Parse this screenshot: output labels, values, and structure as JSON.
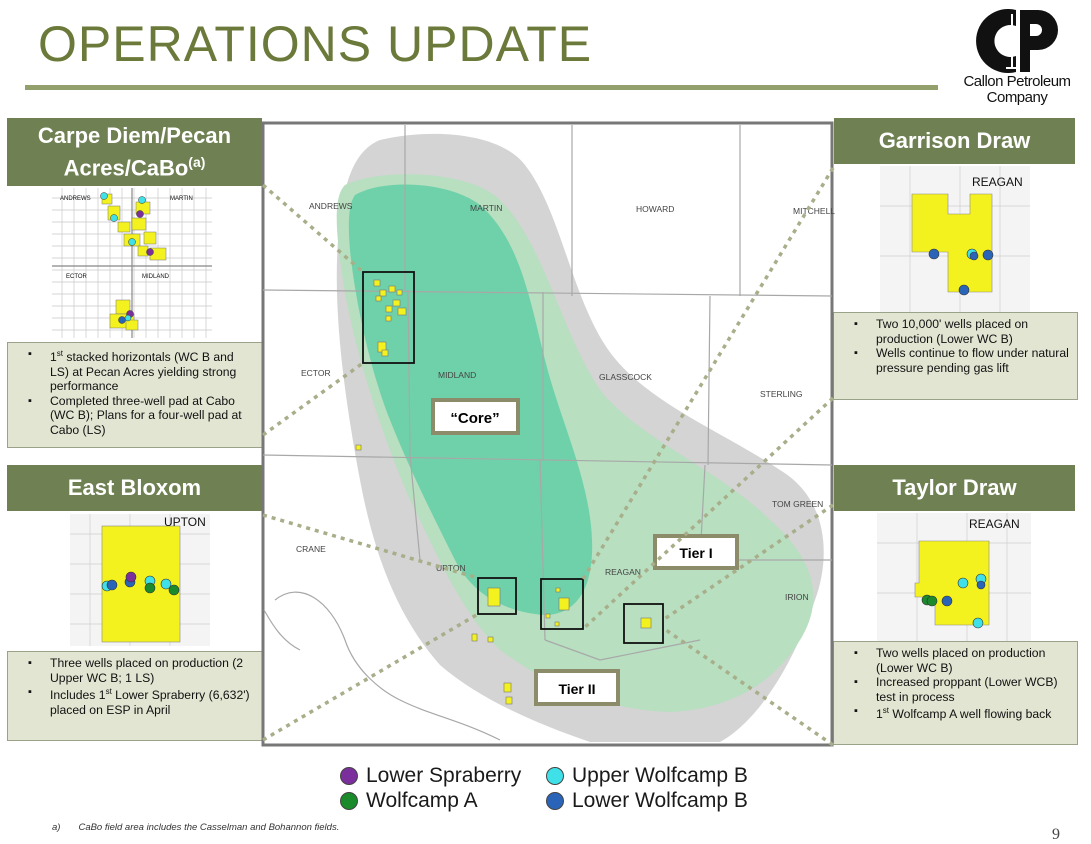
{
  "header": {
    "title": "OPERATIONS UPDATE"
  },
  "logo": {
    "line1": "Callon Petroleum",
    "line2": "Company"
  },
  "panels": {
    "carpe_diem": {
      "title_main": "Carpe Diem/Pecan Acres/CaBo",
      "title_sup": "(a)",
      "thumb_labels": [
        "ANDREWS",
        "MARTIN",
        "ECTOR",
        "MIDLAND"
      ],
      "bullets": [
        {
          "pre": "1",
          "sup": "st",
          "text": " stacked horizontals (WC B and LS) at Pecan Acres yielding strong performance"
        },
        {
          "pre": "",
          "sup": "",
          "text": "Completed three-well pad at Cabo (WC B); Plans for a four-well pad at Cabo (LS)"
        }
      ]
    },
    "east_bloxom": {
      "title": "East Bloxom",
      "thumb_label": "UPTON",
      "bullets": [
        {
          "pre": "",
          "sup": "",
          "text": "Three wells placed on production (2 Upper WC B; 1 LS)"
        },
        {
          "pre": "Includes 1",
          "sup": "st",
          "text": " Lower Spraberry (6,632') placed on ESP in April"
        }
      ]
    },
    "garrison_draw": {
      "title": "Garrison Draw",
      "thumb_label": "REAGAN",
      "bullets": [
        {
          "pre": "",
          "sup": "",
          "text": "Two 10,000' wells placed on production (Lower WC B)"
        },
        {
          "pre": "",
          "sup": "",
          "text": "Wells continue to flow under natural pressure pending gas lift"
        }
      ]
    },
    "taylor_draw": {
      "title": "Taylor Draw",
      "thumb_label": "REAGAN",
      "bullets": [
        {
          "pre": "",
          "sup": "",
          "text": "Two wells placed on production (Lower WC B)"
        },
        {
          "pre": "",
          "sup": "",
          "text": "Increased proppant (Lower WCB) test in process"
        },
        {
          "pre": "1",
          "sup": "st",
          "text": " Wolfcamp A well flowing back"
        }
      ]
    }
  },
  "map": {
    "counties": [
      "ANDREWS",
      "MARTIN",
      "HOWARD",
      "MITCHELL",
      "ECTOR",
      "MIDLAND",
      "GLASSCOCK",
      "STERLING",
      "CRANE",
      "UPTON",
      "REAGAN",
      "TOM GREEN",
      "IRION"
    ],
    "zones": {
      "core": "“Core”",
      "tier1": "Tier I",
      "tier2": "Tier II"
    },
    "colors": {
      "outer": "#d3d4d3",
      "tier": "#b7dfc0",
      "core": "#6fd1a9",
      "acreage": "#f4f21e"
    }
  },
  "legend": [
    {
      "label": "Lower Spraberry",
      "color": "#7b2f9c"
    },
    {
      "label": "Upper Wolfcamp B",
      "color": "#3fe0e8"
    },
    {
      "label": "Wolfcamp A",
      "color": "#1a8a2a"
    },
    {
      "label": "Lower Wolfcamp B",
      "color": "#2a64b8"
    }
  ],
  "footnote": {
    "marker": "a)",
    "text": "CaBo field area includes the Casselman and Bohannon fields."
  },
  "page_number": "9"
}
